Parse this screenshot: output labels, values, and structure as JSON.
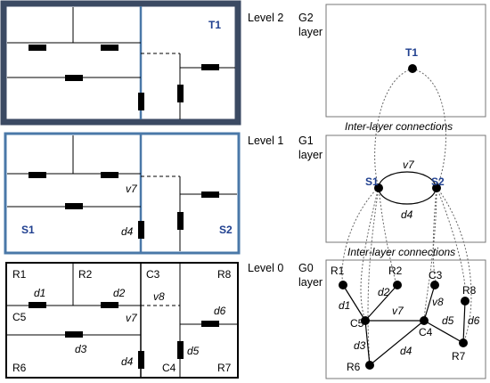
{
  "levels": {
    "level2": {
      "label": "Level 2",
      "graph_label": "G2",
      "layer_word": "layer",
      "region": "T1"
    },
    "level1": {
      "label": "Level 1",
      "graph_label": "G1",
      "layer_word": "layer",
      "regions": [
        "S1",
        "S2"
      ],
      "edge_label": "v7",
      "door_label": "d4"
    },
    "level0": {
      "label": "Level 0",
      "graph_label": "G0",
      "layer_word": "layer",
      "rooms": [
        "R1",
        "R2",
        "C3",
        "R8",
        "C5",
        "R6",
        "C4",
        "R7"
      ],
      "doors": [
        "d1",
        "d2",
        "d3",
        "d4",
        "d5",
        "d6"
      ],
      "virtual": [
        "v7",
        "v8"
      ]
    }
  },
  "interlayer": {
    "upper": "Inter-layer connections",
    "lower": "Inter-layer connections"
  },
  "graph2": {
    "nodes": [
      "T1"
    ]
  },
  "graph1": {
    "nodes": [
      "S1",
      "S2"
    ],
    "edges": [
      "v7",
      "d4"
    ]
  },
  "graph0": {
    "nodes": [
      "R1",
      "R2",
      "C3",
      "R8",
      "C5",
      "C4",
      "R6",
      "R7"
    ],
    "edges": [
      "d1",
      "d2",
      "v8",
      "v7",
      "d3",
      "d4",
      "d5",
      "d6"
    ]
  },
  "colors": {
    "level2_frame": "#3b4a63",
    "level1_frame": "#4a78a8",
    "level0_frame": "#000000",
    "highlight_text": "#1f3f8f",
    "divider": "#4a78a8"
  }
}
